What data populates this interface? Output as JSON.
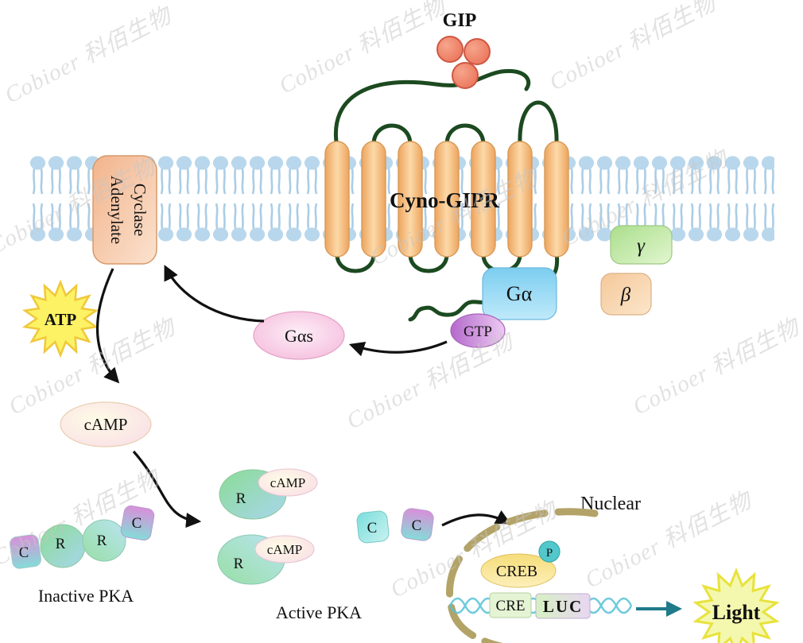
{
  "watermark": "Cobioer 科佰生物",
  "ligand": {
    "name": "GIP"
  },
  "receptor": {
    "name": "Cyno-GIPR"
  },
  "enzyme": {
    "line1": "Adenylate",
    "line2": "Cyclase"
  },
  "g_protein": {
    "alpha": "Gα",
    "beta": "β",
    "gamma": "γ",
    "alpha_s": "Gαs",
    "gtp": "GTP"
  },
  "messengers": {
    "atp": "ATP",
    "camp": "cAMP"
  },
  "pka": {
    "inactive": "Inactive PKA",
    "active": "Active PKA",
    "regulatory": "R",
    "catalytic": "C"
  },
  "nucleus": {
    "title": "Nuclear",
    "creb": "CREB",
    "phosphate": "P",
    "cre": "CRE",
    "reporter": "LUC"
  },
  "output": {
    "light": "Light"
  },
  "colors": {
    "loop_green": "#1c4a20",
    "membrane_blue": "#b9d7ec",
    "helix_orange": "#f4aa64",
    "ligand_coral": "#ee8066",
    "g_alpha_blue": "#8bd4f2",
    "gtp_purple": "#c06cd0",
    "gas_pink": "#f3b1d6",
    "star_yellow": "#fdf06a",
    "text_green": "#12a012",
    "luc_magenta": "#c428c4",
    "nuclear_tan": "#b3a368",
    "dna_teal": "#56c3d6",
    "arrow_black": "#111111",
    "arrow_teal": "#1f7a8a"
  }
}
